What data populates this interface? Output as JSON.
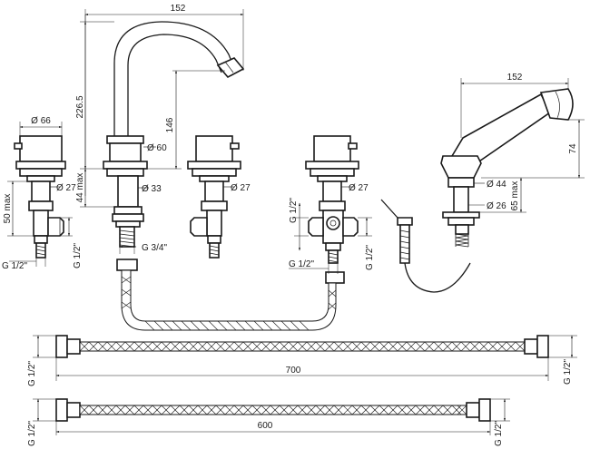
{
  "dimensions": {
    "spout_reach": "152",
    "spout_height": "226.5",
    "spout_lower_height": "146",
    "spout_base_diameter": "Ø 60",
    "spout_shank_diameter": "Ø 33",
    "spout_connection": "G 3/4\"",
    "deck_max": "44 max",
    "left_handle_diameter": "Ø 66",
    "left_shank_diameter": "Ø 27",
    "left_body_max": "50 max",
    "left_inlet_thread": "G 1/2\"",
    "left_outlet_thread": "G 1/2\"",
    "center_left_shank_diameter": "Ø 27",
    "diverter_shank_diameter": "Ø 27",
    "diverter_top_thread": "G 1/2\"",
    "diverter_bottom_thread": "G 1/2\"",
    "diverter_right_thread": "G 1/2\"",
    "shower_reach": "152",
    "shower_height": "74",
    "shower_holder_diameter": "Ø 44",
    "shower_shank_diameter": "Ø 26",
    "shower_deck_max": "65 max",
    "hose_long_length": "700",
    "hose_long_left_thread": "G 1/2\"",
    "hose_long_right_thread": "G 1/2\"",
    "hose_short_length": "600",
    "hose_short_left_thread": "G 1/2\"",
    "hose_short_right_thread": "G 1/2\""
  }
}
